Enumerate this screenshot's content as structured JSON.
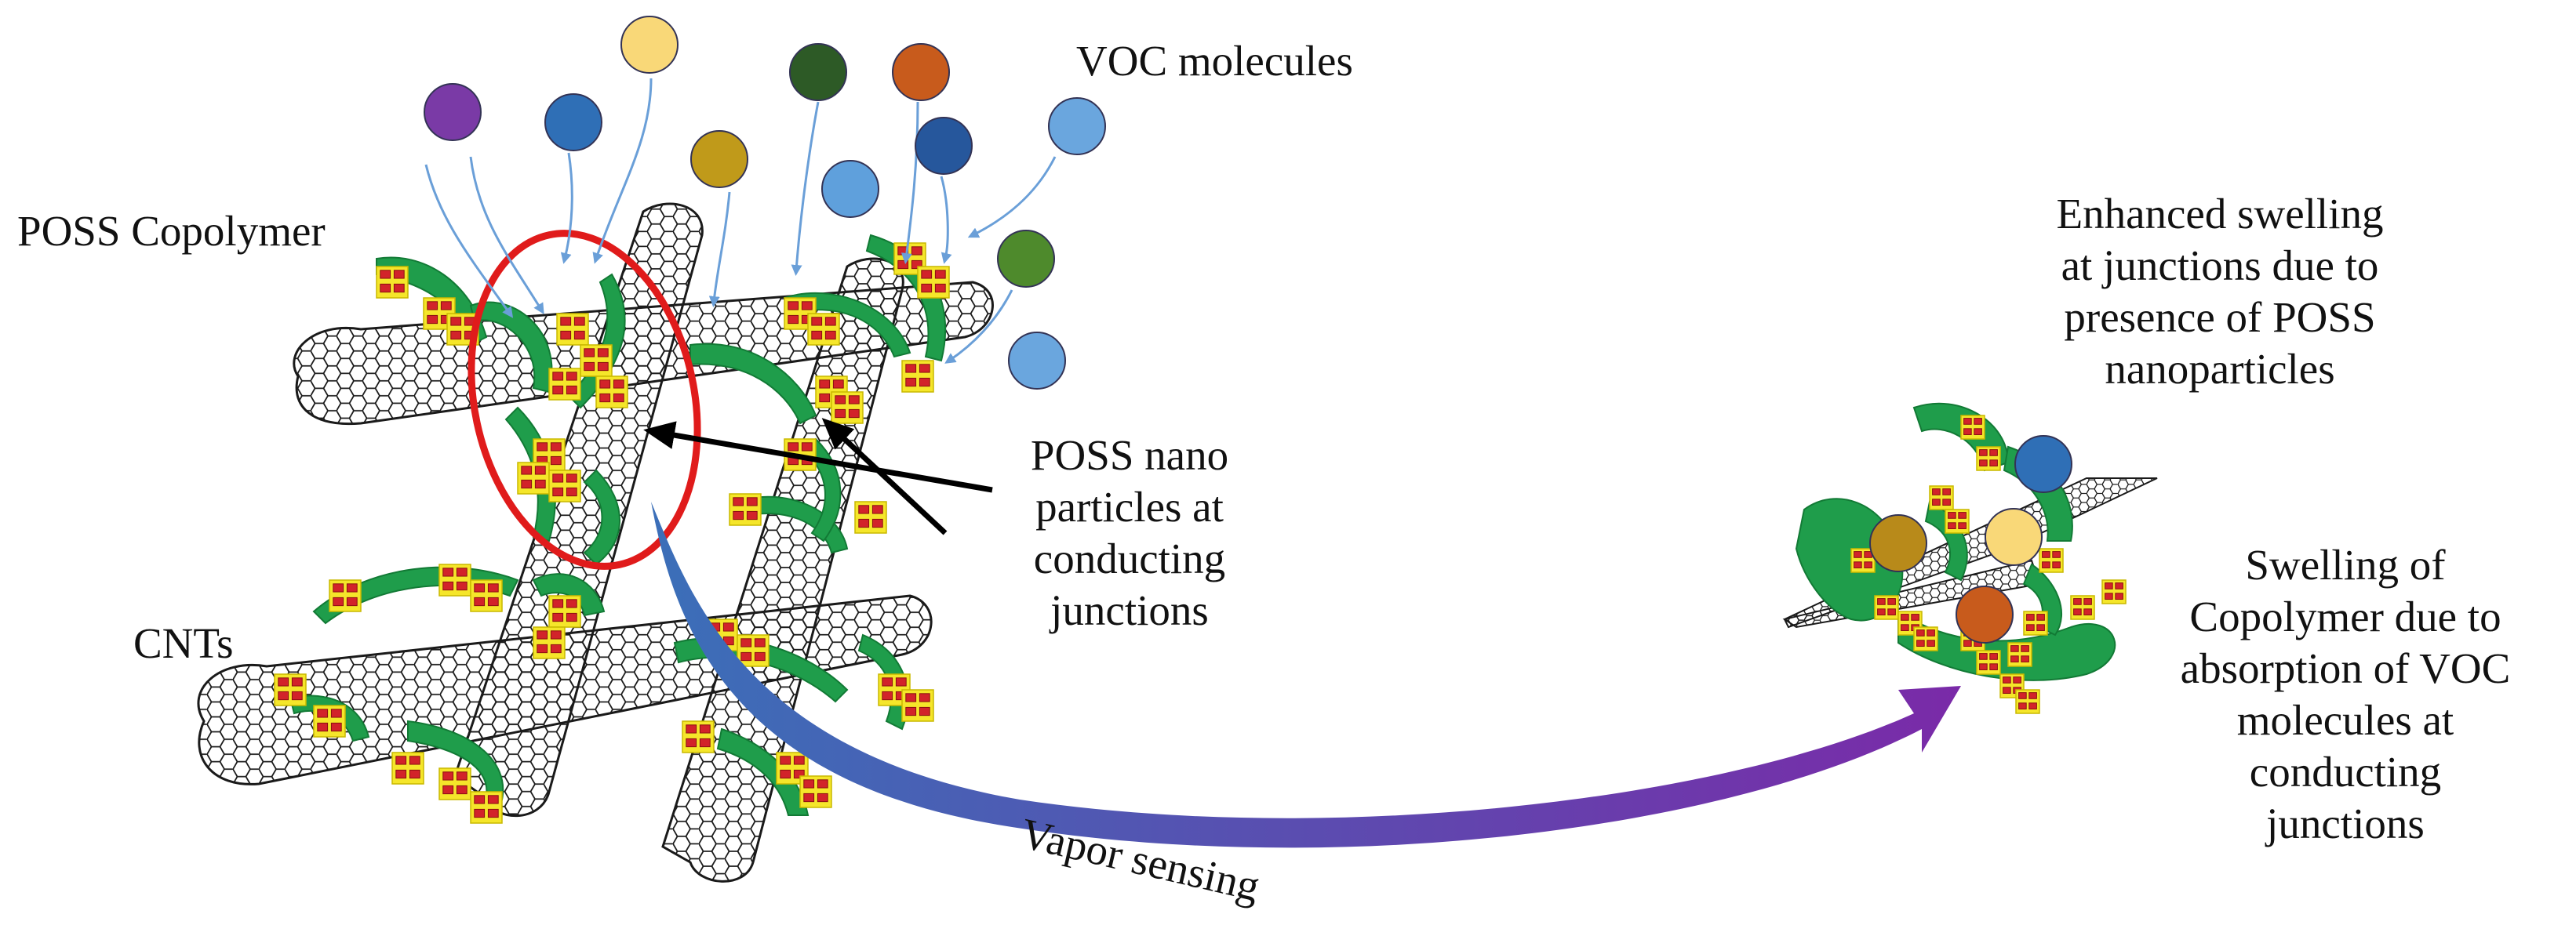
{
  "labels": {
    "voc_molecules": "VOC molecules",
    "poss_copolymer": "POSS Copolymer",
    "cnts": "CNTs",
    "poss_nano": [
      "POSS nano",
      "particles at",
      "conducting",
      "junctions"
    ],
    "vapor_sensing": "Vapor sensing",
    "enhanced_swelling": [
      "Enhanced swelling",
      "at junctions due to",
      "presence of POSS",
      "nanoparticles"
    ],
    "swelling_copolymer": [
      "Swelling of",
      "Copolymer due to",
      "absorption of VOC",
      "molecules at",
      "conducting",
      "junctions"
    ]
  },
  "colors": {
    "cnt_mesh": "#1a1a1a",
    "copolymer_green": "#1f9d4b",
    "poss_yellow": "#f5e62a",
    "poss_red": "#d2232a",
    "junction_circle": "#e01b1b",
    "drop_arrow": "#6a9fd8",
    "pointer_arrow": "#000000",
    "vapor_arrow_start": "#3b6fb8",
    "vapor_arrow_end": "#7a2aa8"
  },
  "voc_molecule_colors": [
    "#7a3aa6",
    "#2f6fb6",
    "#f9d878",
    "#2d5a26",
    "#c85b1c",
    "#c09a1a",
    "#5fa0dc",
    "#26579c",
    "#6aa6de",
    "#4e8a2c",
    "#6aa6de"
  ],
  "swollen_molecule_colors": [
    "#2f6fb6",
    "#b88a1a",
    "#f9d878",
    "#c85b1c"
  ]
}
